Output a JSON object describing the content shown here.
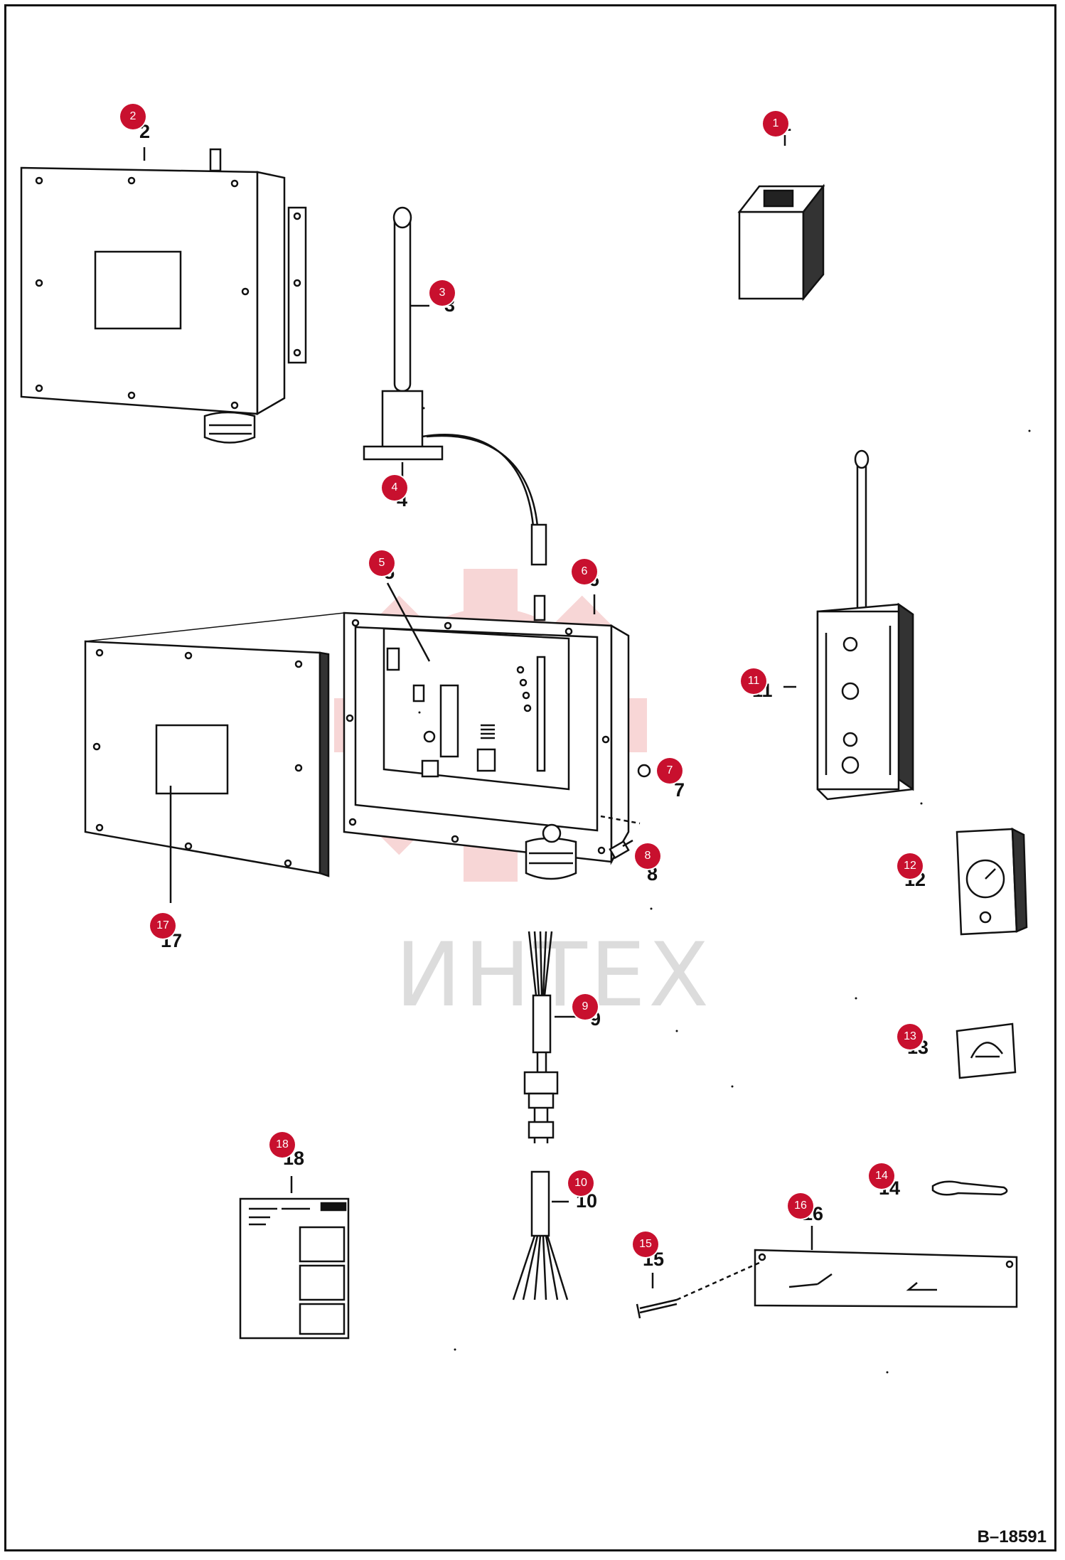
{
  "document_number": "B–18591",
  "watermark": {
    "text": "ИНТЕХ",
    "icon": "gear-logo-icon"
  },
  "colors": {
    "badge": "#c8102e",
    "line": "#111111",
    "watermark": "#f2b5b5"
  },
  "callouts": [
    {
      "n": "1",
      "label": "1"
    },
    {
      "n": "2",
      "label": "2"
    },
    {
      "n": "3",
      "label": "3"
    },
    {
      "n": "4",
      "label": "4"
    },
    {
      "n": "5",
      "label": "5"
    },
    {
      "n": "6",
      "label": "6"
    },
    {
      "n": "7",
      "label": "7"
    },
    {
      "n": "8",
      "label": "8"
    },
    {
      "n": "9",
      "label": "9"
    },
    {
      "n": "10",
      "label": "10"
    },
    {
      "n": "11",
      "label": "11"
    },
    {
      "n": "12",
      "label": "12"
    },
    {
      "n": "13",
      "label": "13"
    },
    {
      "n": "14",
      "label": "14"
    },
    {
      "n": "15",
      "label": "15"
    },
    {
      "n": "16",
      "label": "16"
    },
    {
      "n": "17",
      "label": "17"
    },
    {
      "n": "18",
      "label": "18"
    }
  ]
}
